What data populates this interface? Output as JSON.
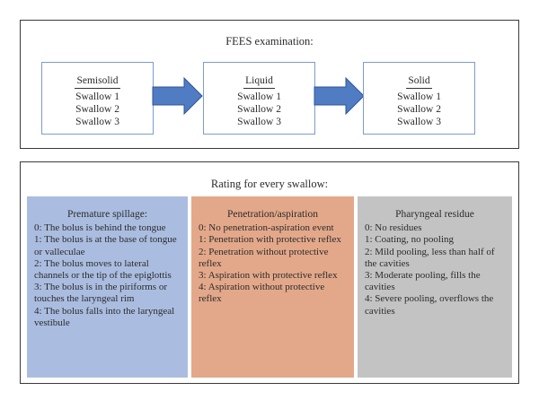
{
  "fees": {
    "title": "FEES examination:",
    "stages": [
      {
        "name": "Semisolid",
        "swallows": [
          "Swallow 1",
          "Swallow 2",
          "Swallow 3"
        ]
      },
      {
        "name": "Liquid",
        "swallows": [
          "Swallow 1",
          "Swallow 2",
          "Swallow 3"
        ]
      },
      {
        "name": "Solid",
        "swallows": [
          "Swallow 1",
          "Swallow 2",
          "Swallow 3"
        ]
      }
    ],
    "arrow_color": "#4f7cc3"
  },
  "rating": {
    "title": "Rating for every swallow:",
    "columns": [
      {
        "heading": "Premature spillage:",
        "color": "#aabde0",
        "items": [
          "0: The bolus is behind the tongue",
          "1: The bolus is at the base of tongue or valleculae",
          "2: The bolus moves to lateral channels or the tip of the epiglottis",
          "3: The bolus is in the piriforms or touches the laryngeal rim",
          "4: The bolus falls into the laryngeal vestibule"
        ]
      },
      {
        "heading": "Penetration/aspiration",
        "color": "#e3a88a",
        "items": [
          "0: No penetration-aspiration event",
          "1: Penetration with protective reflex",
          "2: Penetration without protective reflex",
          "3: Aspiration with protective reflex",
          "4: Aspiration without protective reflex"
        ]
      },
      {
        "heading": "Pharyngeal residue",
        "color": "#c3c3c3",
        "items": [
          "0: No residues",
          "1: Coating, no pooling",
          "2: Mild pooling, less than half of the cavities",
          "3: Moderate pooling, fills the cavities",
          "4: Severe pooling, overflows the cavities"
        ]
      }
    ]
  }
}
